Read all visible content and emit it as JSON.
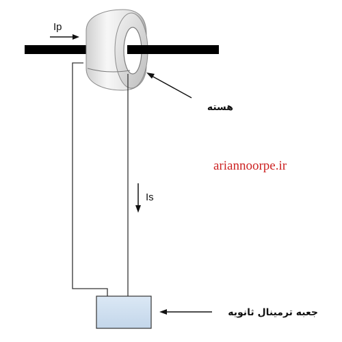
{
  "labels": {
    "primary_current": "Ip",
    "secondary_current": "Is",
    "core": "هسته",
    "terminal_box": "جعبه ترمینال ثانویه"
  },
  "watermark": "ariannoorpe.ir",
  "colors": {
    "conductor": "#000000",
    "core_body": "#e6e6e6",
    "core_shadow": "#9a9a9a",
    "terminal_box_fill": "#cfe0f0",
    "terminal_box_stroke": "#333333",
    "watermark": "#cc2222"
  }
}
